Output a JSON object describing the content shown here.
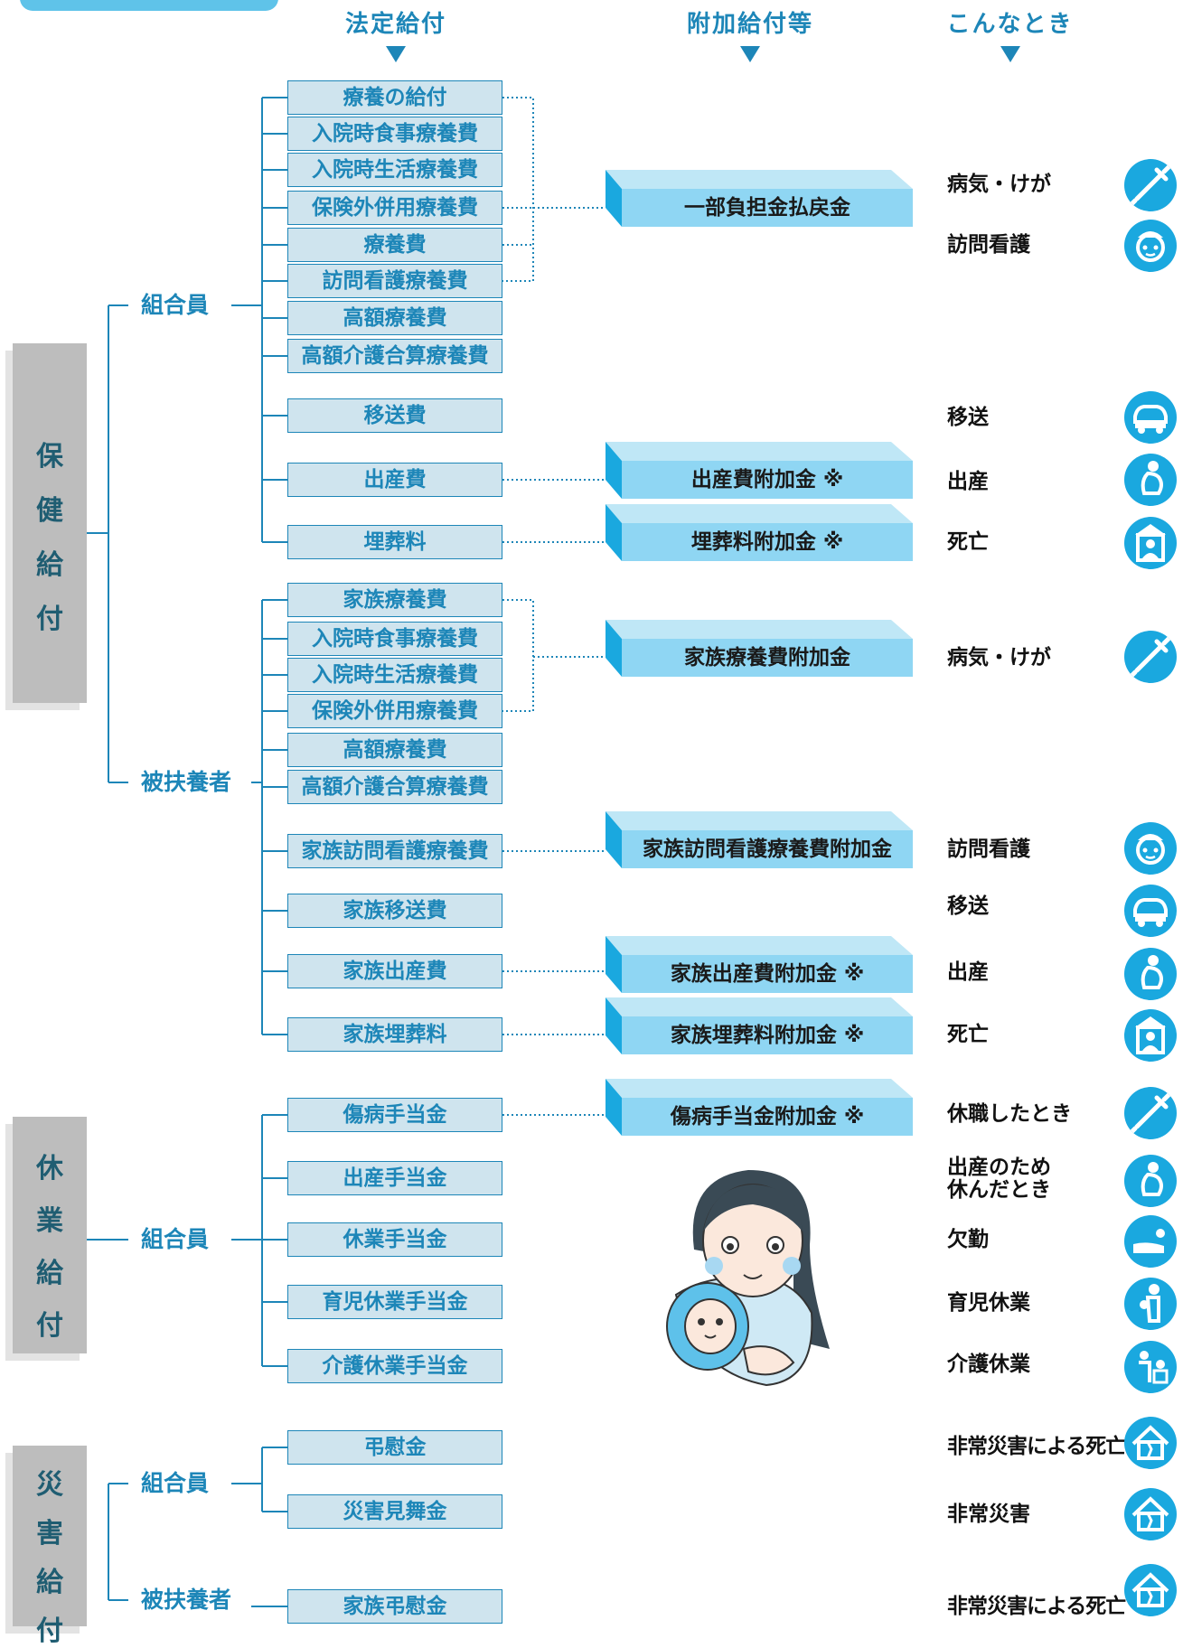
{
  "headers": {
    "statutory": "法定給付",
    "additional": "附加給付等",
    "when": "こんなとき"
  },
  "categories": {
    "hoken": [
      "保",
      "健",
      "給",
      "付"
    ],
    "kyugyo": [
      "休",
      "業",
      "給",
      "付"
    ],
    "saigai": [
      "災",
      "害",
      "給",
      "付"
    ]
  },
  "groups": {
    "hoken_member": "組合員",
    "hoken_dependent": "被扶養者",
    "kyugyo_member": "組合員",
    "saigai_member": "組合員",
    "saigai_dependent": "被扶養者"
  },
  "benefits": [
    "療養の給付",
    "入院時食事療養費",
    "入院時生活療養費",
    "保険外併用療養費",
    "療養費",
    "訪問看護療養費",
    "高額療養費",
    "高額介護合算療養費",
    "移送費",
    "出産費",
    "埋葬料",
    "家族療養費",
    "入院時食事療養費",
    "入院時生活療養費",
    "保険外併用療養費",
    "高額療養費",
    "高額介護合算療養費",
    "家族訪問看護療養費",
    "家族移送費",
    "家族出産費",
    "家族埋葬料",
    "傷病手当金",
    "出産手当金",
    "休業手当金",
    "育児休業手当金",
    "介護休業手当金",
    "弔慰金",
    "災害見舞金",
    "家族弔慰金"
  ],
  "additional": [
    "一部負担金払戻金",
    "出産費附加金 ※",
    "埋葬料附加金 ※",
    "家族療養費附加金",
    "家族訪問看護療養費附加金",
    "家族出産費附加金 ※",
    "家族埋葬料附加金 ※",
    "傷病手当金附加金 ※"
  ],
  "situations": [
    {
      "text": "病気・けが",
      "icon": "syringe-icon"
    },
    {
      "text": "訪問看護",
      "icon": "nurse-icon"
    },
    {
      "text": "移送",
      "icon": "car-icon"
    },
    {
      "text": "出産",
      "icon": "pregnant-icon"
    },
    {
      "text": "死亡",
      "icon": "memorial-portrait-icon"
    },
    {
      "text": "病気・けが",
      "icon": "syringe-icon"
    },
    {
      "text": "訪問看護",
      "icon": "nurse-icon"
    },
    {
      "text": "移送",
      "icon": "car-icon"
    },
    {
      "text": "出産",
      "icon": "pregnant-icon"
    },
    {
      "text": "死亡",
      "icon": "memorial-portrait-icon"
    },
    {
      "text": "休職したとき",
      "icon": "syringe-icon"
    },
    {
      "text": "出産のため\n休んだとき",
      "icon": "pregnant-icon"
    },
    {
      "text": "欠勤",
      "icon": "bed-rest-icon"
    },
    {
      "text": "育児休業",
      "icon": "childcare-icon"
    },
    {
      "text": "介護休業",
      "icon": "caregiving-icon"
    },
    {
      "text": "非常災害による死亡",
      "icon": "damaged-house-icon"
    },
    {
      "text": "非常災害",
      "icon": "damaged-house-icon"
    },
    {
      "text": "非常災害による死亡",
      "icon": "damaged-house-icon"
    }
  ],
  "colors": {
    "accent": "#1d86b8",
    "box_fill": "#cfe4ee",
    "additional_face": "#8fd6f3",
    "icon_bg": "#1aa8df",
    "category_gray": "#bdbdbd"
  }
}
